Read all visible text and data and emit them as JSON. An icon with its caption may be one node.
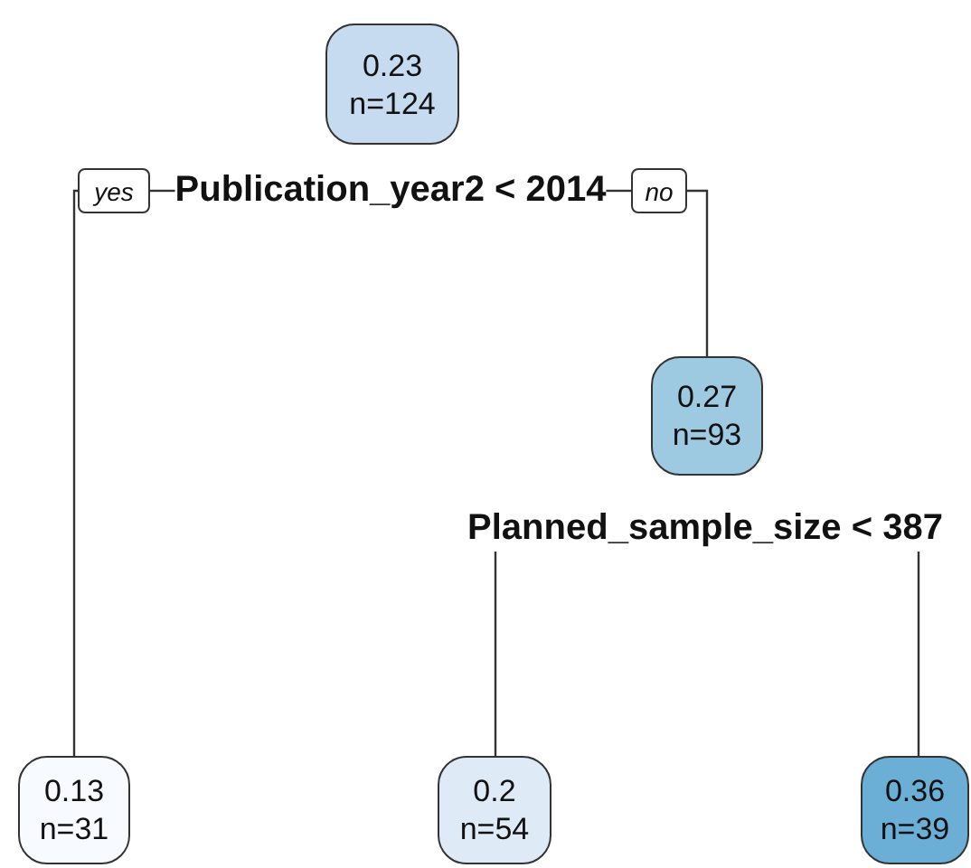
{
  "diagram": {
    "nodes": [
      {
        "text": [
          "0.23",
          "n=124"
        ]
      },
      {
        "text": [
          "Publication_year2 < 2014"
        ]
      },
      {
        "text": [
          "yes"
        ]
      },
      {
        "text": [
          "no"
        ]
      },
      {
        "text": [
          "0.13",
          "n=31"
        ]
      },
      {
        "text": [
          "0.27",
          "n=93"
        ]
      },
      {
        "text": [
          "Planned_sample_size < 387"
        ]
      },
      {
        "text": [
          "0.2",
          "n=54"
        ]
      },
      {
        "text": [
          "0.36",
          "n=39"
        ]
      }
    ],
    "edges": [
      {
        "from": 1,
        "to": 2,
        "arrow": "none"
      },
      {
        "from": 2,
        "to": 4,
        "arrow": "none"
      },
      {
        "from": 1,
        "to": 3,
        "arrow": "none"
      },
      {
        "from": 3,
        "to": 5,
        "arrow": "none"
      },
      {
        "from": 6,
        "to": 7,
        "arrow": "none"
      },
      {
        "from": 6,
        "to": 8,
        "arrow": "none"
      }
    ]
  }
}
